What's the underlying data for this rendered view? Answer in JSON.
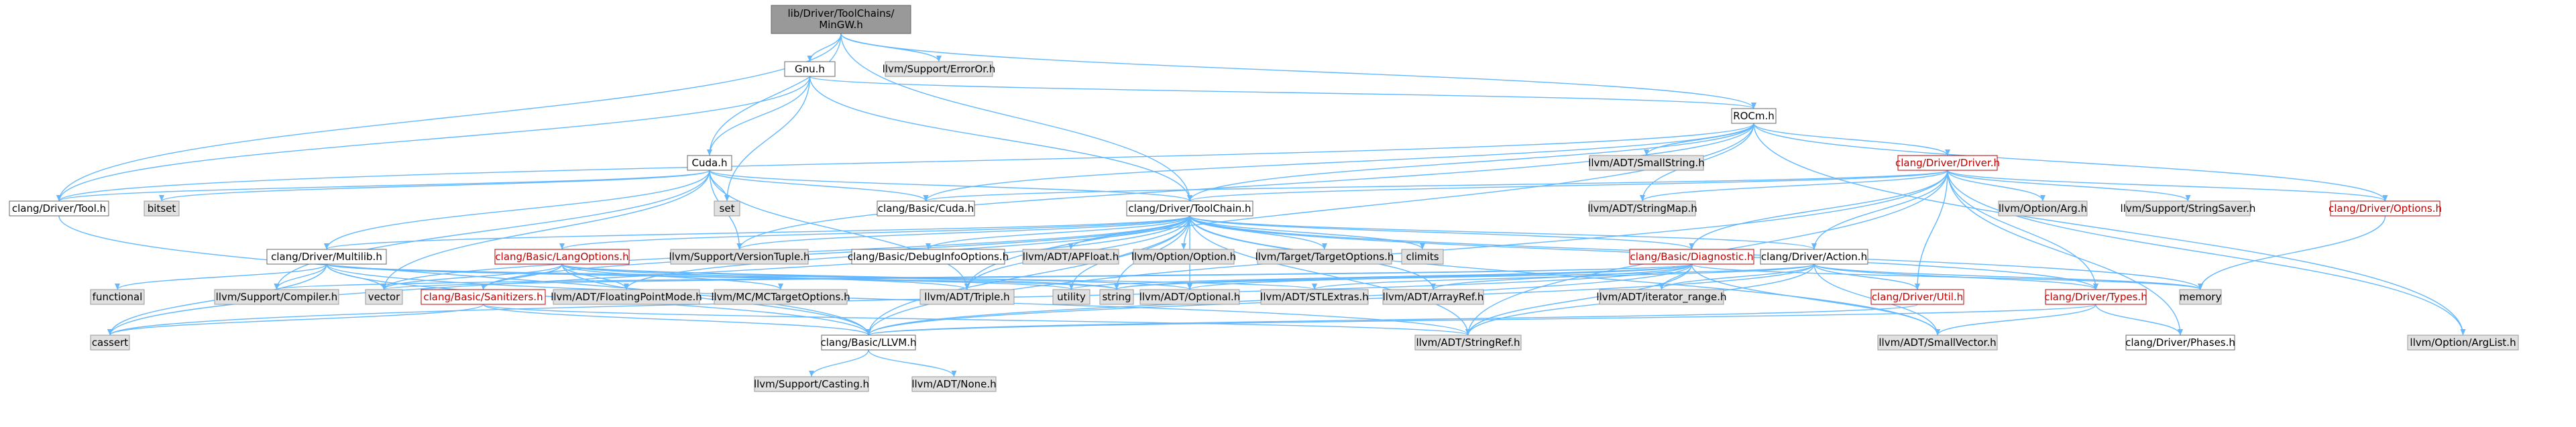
{
  "diagram": {
    "nodes": [
      {
        "id": "root",
        "label": "lib/Driver/ToolChains/MinGW.h",
        "style": "root"
      },
      {
        "id": "gnu",
        "label": "Gnu.h",
        "style": "white"
      },
      {
        "id": "errorOr",
        "label": "llvm/Support/ErrorOr.h",
        "style": "gray"
      },
      {
        "id": "rocm",
        "label": "ROCm.h",
        "style": "white"
      },
      {
        "id": "cuda",
        "label": "Cuda.h",
        "style": "white"
      },
      {
        "id": "tool",
        "label": "clang/Driver/Tool.h",
        "style": "white"
      },
      {
        "id": "smallstring",
        "label": "llvm/ADT/SmallString.h",
        "style": "gray"
      },
      {
        "id": "driverh",
        "label": "clang/Driver/Driver.h",
        "style": "red"
      },
      {
        "id": "bitset",
        "label": "bitset",
        "style": "gray"
      },
      {
        "id": "set",
        "label": "set",
        "style": "gray"
      },
      {
        "id": "basiccuda",
        "label": "clang/Basic/Cuda.h",
        "style": "white"
      },
      {
        "id": "toolchain",
        "label": "clang/Driver/ToolChain.h",
        "style": "white"
      },
      {
        "id": "stringmap",
        "label": "llvm/ADT/StringMap.h",
        "style": "gray"
      },
      {
        "id": "optarg",
        "label": "llvm/Option/Arg.h",
        "style": "gray"
      },
      {
        "id": "stringsaver",
        "label": "llvm/Support/StringSaver.h",
        "style": "gray"
      },
      {
        "id": "options",
        "label": "clang/Driver/Options.h",
        "style": "red"
      },
      {
        "id": "multilib",
        "label": "clang/Driver/Multilib.h",
        "style": "white"
      },
      {
        "id": "langoptions",
        "label": "clang/Basic/LangOptions.h",
        "style": "red"
      },
      {
        "id": "versiontuple",
        "label": "llvm/Support/VersionTuple.h",
        "style": "gray"
      },
      {
        "id": "debuginfo",
        "label": "clang/Basic/DebugInfoOptions.h",
        "style": "white"
      },
      {
        "id": "apfloat",
        "label": "llvm/ADT/APFloat.h",
        "style": "gray"
      },
      {
        "id": "optoption",
        "label": "llvm/Option/Option.h",
        "style": "gray"
      },
      {
        "id": "targetoptions",
        "label": "llvm/Target/TargetOptions.h",
        "style": "gray"
      },
      {
        "id": "climits",
        "label": "climits",
        "style": "gray"
      },
      {
        "id": "diagnostic",
        "label": "clang/Basic/Diagnostic.h",
        "style": "red"
      },
      {
        "id": "action",
        "label": "clang/Driver/Action.h",
        "style": "white"
      },
      {
        "id": "functional",
        "label": "functional",
        "style": "gray"
      },
      {
        "id": "compiler",
        "label": "llvm/Support/Compiler.h",
        "style": "gray"
      },
      {
        "id": "vector",
        "label": "vector",
        "style": "gray"
      },
      {
        "id": "sanitizers",
        "label": "clang/Basic/Sanitizers.h",
        "style": "red"
      },
      {
        "id": "fpmode",
        "label": "llvm/ADT/FloatingPointMode.h",
        "style": "gray"
      },
      {
        "id": "mctarget",
        "label": "llvm/MC/MCTargetOptions.h",
        "style": "gray"
      },
      {
        "id": "triple",
        "label": "llvm/ADT/Triple.h",
        "style": "gray"
      },
      {
        "id": "utility",
        "label": "utility",
        "style": "gray"
      },
      {
        "id": "string",
        "label": "string",
        "style": "gray"
      },
      {
        "id": "optional",
        "label": "llvm/ADT/Optional.h",
        "style": "gray"
      },
      {
        "id": "stlextras",
        "label": "llvm/ADT/STLExtras.h",
        "style": "gray"
      },
      {
        "id": "arrayref",
        "label": "llvm/ADT/ArrayRef.h",
        "style": "gray"
      },
      {
        "id": "iterrange",
        "label": "llvm/ADT/iterator_range.h",
        "style": "gray"
      },
      {
        "id": "util",
        "label": "clang/Driver/Util.h",
        "style": "red"
      },
      {
        "id": "types",
        "label": "clang/Driver/Types.h",
        "style": "red"
      },
      {
        "id": "memory",
        "label": "memory",
        "style": "gray"
      },
      {
        "id": "cassert",
        "label": "cassert",
        "style": "gray"
      },
      {
        "id": "llvmh",
        "label": "clang/Basic/LLVM.h",
        "style": "white"
      },
      {
        "id": "stringref",
        "label": "llvm/ADT/StringRef.h",
        "style": "gray"
      },
      {
        "id": "smallvector",
        "label": "llvm/ADT/SmallVector.h",
        "style": "gray"
      },
      {
        "id": "phases",
        "label": "clang/Driver/Phases.h",
        "style": "white"
      },
      {
        "id": "arglist",
        "label": "llvm/Option/ArgList.h",
        "style": "gray"
      },
      {
        "id": "casting",
        "label": "llvm/Support/Casting.h",
        "style": "gray"
      },
      {
        "id": "none",
        "label": "llvm/ADT/None.h",
        "style": "gray"
      }
    ]
  }
}
